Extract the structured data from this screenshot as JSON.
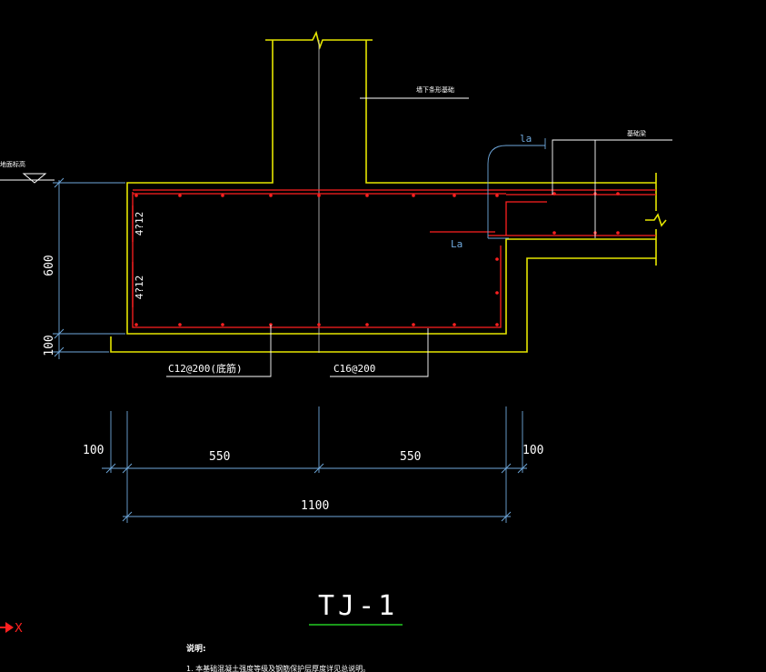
{
  "drawing": {
    "title": "TJ-1",
    "colors": {
      "background": "#000000",
      "concrete": "#e6e600",
      "rebar": "#ff2020",
      "dimension": "#6fa8dc",
      "leader": "#ffffff",
      "title_underline": "#22cc22",
      "axis": "#ff2020"
    }
  },
  "dimensions": {
    "height_main": "600",
    "height_bottom": "100",
    "left_offset": "100",
    "half_left": "550",
    "half_right": "550",
    "right_offset": "100",
    "total_width": "1100"
  },
  "labels": {
    "rebar_bottom_left": "C12@200(底筋)",
    "rebar_bottom_right": "C16@200",
    "side_bar_top": "4?12",
    "side_bar_bottom": "4?12",
    "la_top": "la",
    "la_mid": "La",
    "wall_label": "墙下条形基础",
    "ground_label": "地面标高",
    "beam_label": "基础梁"
  },
  "axis": {
    "x_label": "X"
  },
  "notes": {
    "heading": "说明:",
    "line1": "1. 本基础混凝土强度等级及钢筋保护层厚度详见总说明。"
  }
}
